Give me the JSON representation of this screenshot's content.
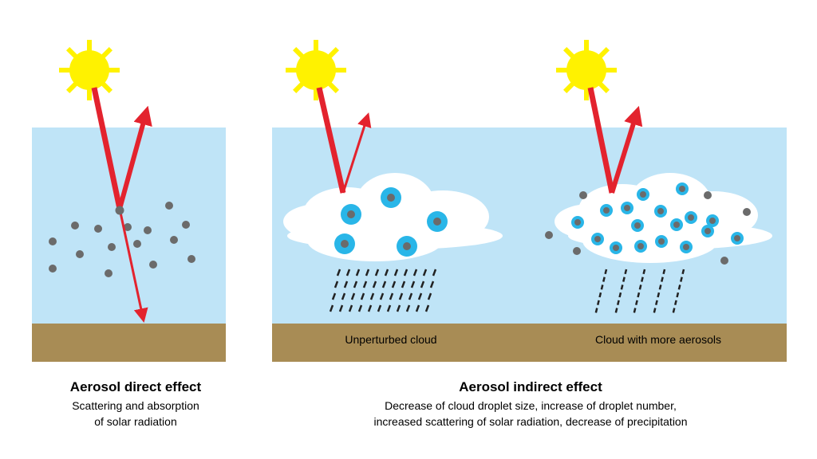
{
  "panels": {
    "direct": {
      "title": "Aerosol direct effect",
      "subtitle_lines": [
        "Scattering and absorption",
        "of solar radiation"
      ]
    },
    "indirect": {
      "title": "Aerosol indirect effect",
      "subtitle_lines": [
        "Decrease of cloud droplet size, increase of droplet number,",
        "increased scattering of solar radiation, decrease of precipitation"
      ],
      "ground_labels": {
        "unperturbed": "Unperturbed cloud",
        "more_aerosols": "Cloud with more aerosols"
      }
    }
  },
  "colors": {
    "sky": "#bfe4f7",
    "ground": "#a88c55",
    "sun": "#fff200",
    "arrow": "#e3232e",
    "aerosol": "#6b6b6b",
    "droplet": "#29b6e8",
    "cloud": "#ffffff",
    "rain": "#222222"
  }
}
